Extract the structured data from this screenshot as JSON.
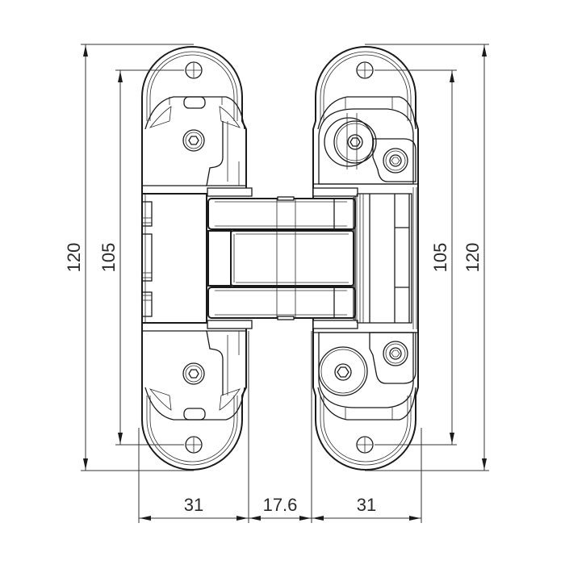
{
  "drawing": {
    "subject": "Concealed 3D adjustable door hinge - front view",
    "units": "mm",
    "colors": {
      "line": "#1a1a1a",
      "dimension": "#333333",
      "background": "#ffffff"
    }
  },
  "dimensions": {
    "left_outer_height": "120",
    "left_hole_spacing": "105",
    "right_hole_spacing": "105",
    "right_outer_height": "120",
    "left_body_width": "31",
    "center_gap": "17.6",
    "right_body_width": "31"
  }
}
